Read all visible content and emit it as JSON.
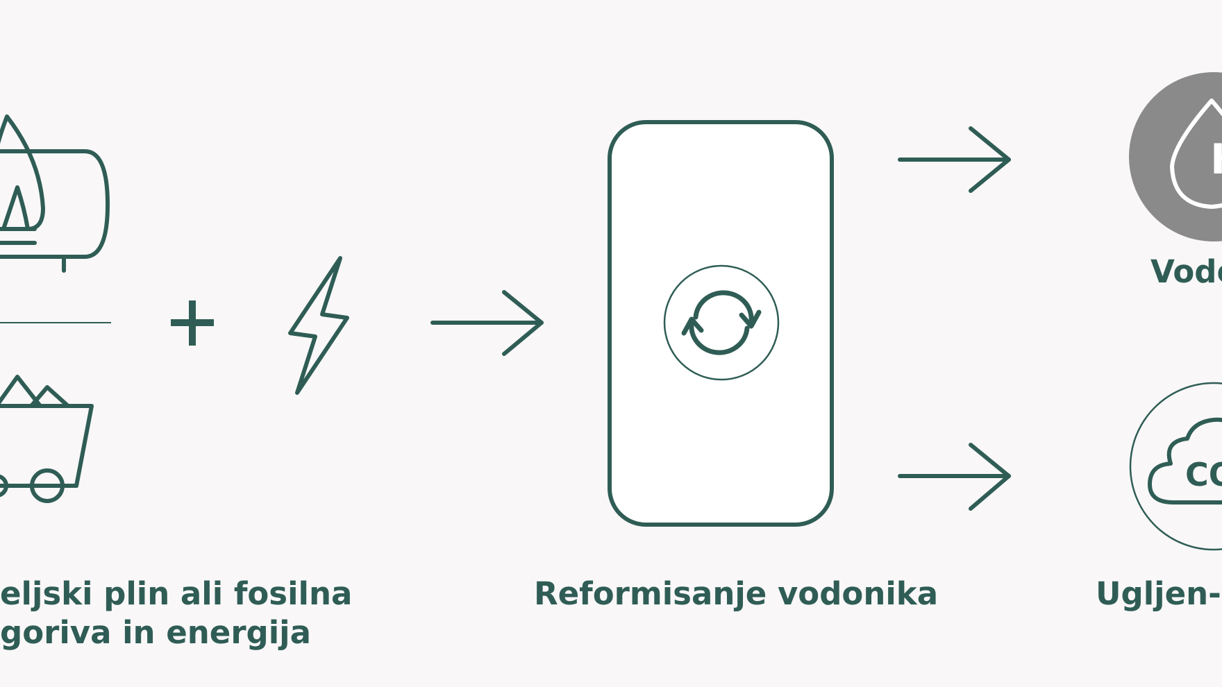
{
  "colors": {
    "background": "#f9f7f8",
    "stroke": "#2f5d55",
    "hydrogen_circle": "#8a8a8a",
    "box_fill": "#ffffff"
  },
  "icons": {
    "gas_tank": "gas-tank-with-flame-icon",
    "coal": "coal-cart-icon",
    "plus": "plus-icon",
    "lightning": "lightning-bolt-icon",
    "reform": "refresh-cycle-icon",
    "hydrogen": "hydrogen-drop-icon",
    "co2": "co2-cloud-icon"
  },
  "labels": {
    "input_line1": "eljski plin ali fosilna",
    "input_line2": "goriva in energija",
    "process": "Reformisanje vodonika",
    "output_hydrogen": "Vodo",
    "output_co2": "Ugljen-",
    "h2_letter": "H",
    "co2_text": "CO"
  }
}
